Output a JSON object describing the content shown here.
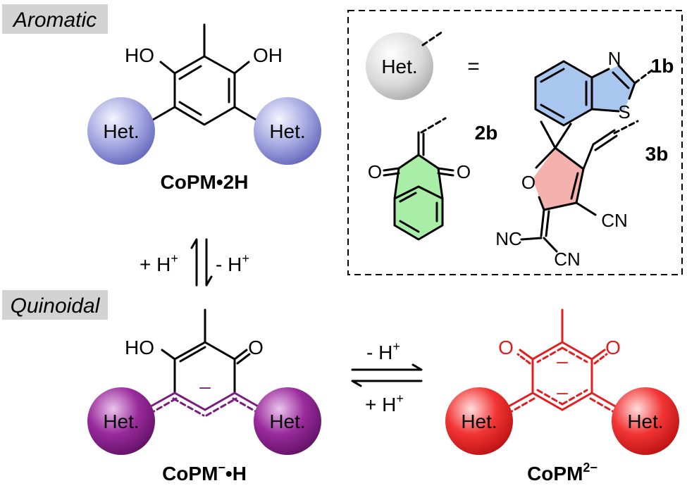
{
  "section_labels": {
    "aromatic": "Aromatic",
    "quinoidal": "Quinoidal"
  },
  "compounds": {
    "aromatic": {
      "name": "CoPM•2H"
    },
    "mono_anion": {
      "name_main": "CoPM",
      "name_sup": "−",
      "name_tail": "•H"
    },
    "dianion": {
      "name_main": "CoPM",
      "name_sup": "2−"
    }
  },
  "atoms": {
    "ho": "HO",
    "oh": "OH",
    "o": "O",
    "het": "Het.",
    "n": "N",
    "s": "S",
    "cn": "CN",
    "nc": "NC",
    "minus": "–"
  },
  "equilibria": {
    "vertical": {
      "left_main": "+ H",
      "left_sup": "+",
      "right_main": "- H",
      "right_sup": "+"
    },
    "horizontal": {
      "top_main": "- H",
      "top_sup": "+",
      "bottom_main": "+ H",
      "bottom_sup": "+"
    }
  },
  "legend": {
    "equals": "=",
    "ids": [
      "1b",
      "2b",
      "3b"
    ]
  },
  "colors": {
    "het_blue": "#8c8fd6",
    "het_purple": "#8e1f8f",
    "het_red": "#ee2a2a",
    "het_gray": "#d9d9d9",
    "benzothiazole_fill": "#a9c6ef",
    "indandione_fill": "#a9eea6",
    "furan_fill": "#f5b1ad",
    "quinoid_purple": "#7b1a7f",
    "dianion_red": "#e21e1e"
  }
}
